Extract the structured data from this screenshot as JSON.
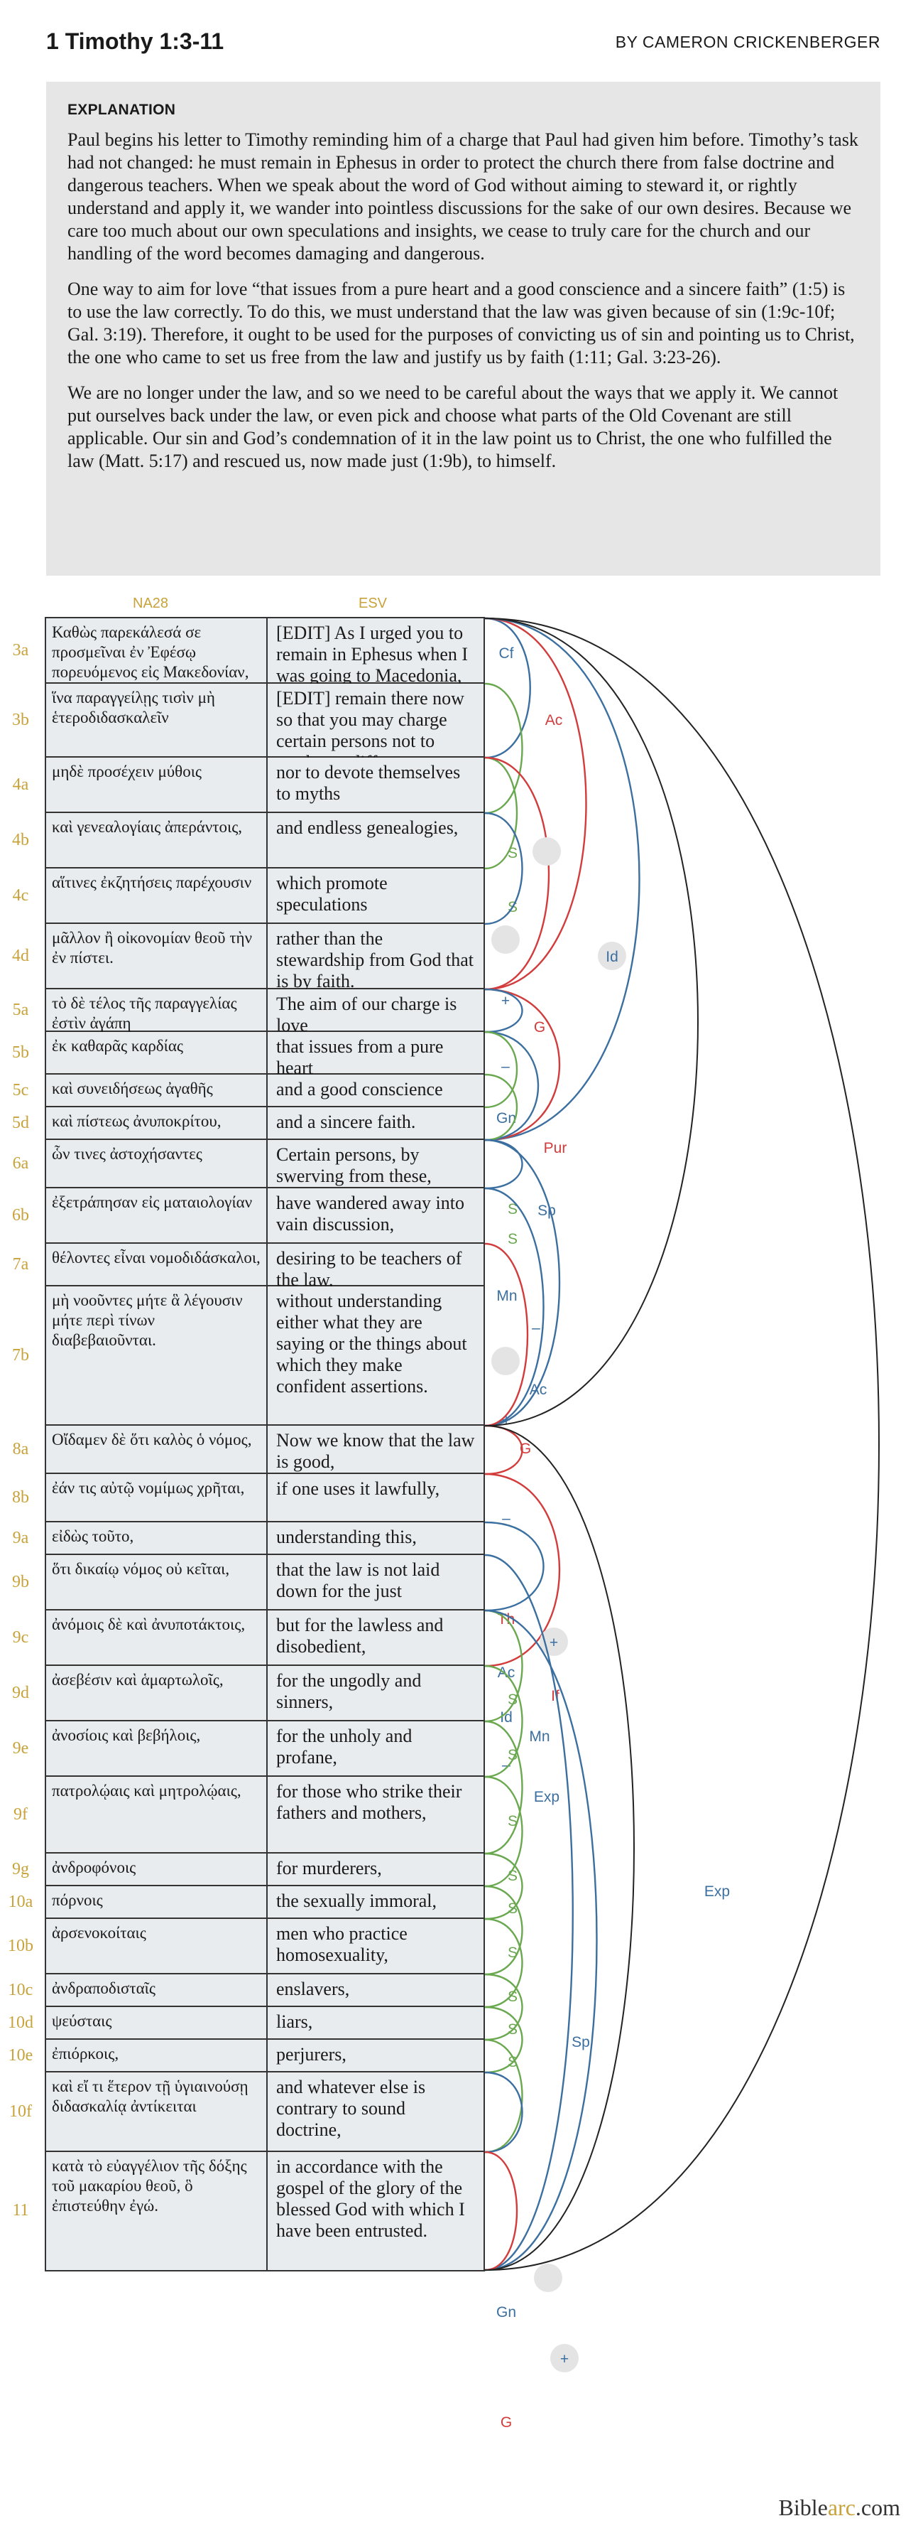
{
  "header": {
    "title": "1 Timothy 1:3-11",
    "author": "BY CAMERON CRICKENBERGER"
  },
  "explanation": {
    "heading": "EXPLANATION",
    "paragraphs": [
      "Paul begins his letter to Timothy reminding him of a charge that Paul had given him before. Timothy’s task had not changed: he must remain in Ephesus in order to protect the church there from false doctrine and dangerous teachers. When we speak about the word of God without aiming to steward it, or rightly understand and apply it, we wander into pointless discussions for the sake of our own desires. Because we care too much about our own speculations and insights, we cease to truly care for the church and our handling of the word becomes damaging and dangerous.",
      "One way to aim for love “that issues from a pure heart and a good conscience and a sincere faith” (1:5) is to use the law correctly. To do this, we must understand that the law was given because of sin (1:9c-10f; Gal. 3:19). Therefore, it ought to be used for the purposes of convicting us of sin and pointing us to Christ, the one who came to set us free from the law and justify us by faith (1:11; Gal. 3:23-26).",
      "We are no longer under the law, and so we need to be careful about the ways that we apply it. We cannot put ourselves back under the law, or even pick and choose what parts of the Old Covenant are still applicable. Our sin and God’s condemnation of it in the law point us to Christ, the one who fulfilled the law (Matt. 5:17) and rescued us, now made just (1:9b), to himself."
    ]
  },
  "columns": {
    "greek": "NA28",
    "english": "ESV"
  },
  "rows": [
    {
      "v": "3a",
      "gk": "Καθὼς παρεκάλεσά σε προσμεῖναι ἐν Ἐφέσῳ πορευόμενος εἰς Μακεδονίαν,",
      "en": "[EDIT] As I urged you to remain in Ephesus when I was going to Macedonia,"
    },
    {
      "v": "3b",
      "gk": "ἵνα παραγγείλῃς τισὶν μὴ ἑτεροδιδασκαλεῖν",
      "en": "[EDIT] remain there now so that you may charge certain persons not to teach any different doctrine,"
    },
    {
      "v": "4a",
      "gk": "μηδὲ προσέχειν μύθοις",
      "en": "nor to devote themselves to myths"
    },
    {
      "v": "4b",
      "gk": "καὶ γενεαλογίαις ἀπεράντοις,",
      "en": "and endless genealogies,"
    },
    {
      "v": "4c",
      "gk": "αἵτινες ἐκζητήσεις παρέχουσιν",
      "en": "which promote speculations"
    },
    {
      "v": "4d",
      "gk": "μᾶλλον ἢ οἰκονομίαν θεοῦ τὴν ἐν πίστει.",
      "en": "rather than the stewardship from God that is by faith."
    },
    {
      "v": "5a",
      "gk": "τὸ δὲ τέλος τῆς παραγγελίας ἐστὶν ἀγάπη",
      "en": "The aim of our charge is love"
    },
    {
      "v": "5b",
      "gk": "ἐκ καθαρᾶς καρδίας",
      "en": "that issues from a pure heart"
    },
    {
      "v": "5c",
      "gk": "καὶ συνειδήσεως ἀγαθῆς",
      "en": "and a good conscience"
    },
    {
      "v": "5d",
      "gk": "καὶ πίστεως ἀνυποκρίτου,",
      "en": "and a sincere faith."
    },
    {
      "v": "6a",
      "gk": "ὧν τινες ἀστοχήσαντες",
      "en": "Certain persons, by swerving from these,"
    },
    {
      "v": "6b",
      "gk": "ἐξετράπησαν εἰς ματαιολογίαν",
      "en": "have wandered away into vain discussion,"
    },
    {
      "v": "7a",
      "gk": "θέλοντες εἶναι νομοδιδάσκαλοι,",
      "en": "desiring to be teachers of the law,"
    },
    {
      "v": "7b",
      "gk": "μὴ νοοῦντες μήτε ἃ λέγουσιν μήτε περὶ τίνων διαβεβαιοῦνται.",
      "en": "without understanding either what they are saying or the things about which they make confident assertions."
    },
    {
      "v": "8a",
      "gk": "Οἴδαμεν δὲ ὅτι καλὸς ὁ νόμος,",
      "en": "Now we know that the law is good,"
    },
    {
      "v": "8b",
      "gk": "ἐάν τις αὐτῷ νομίμως χρῆται,",
      "en": "if one uses it lawfully,"
    },
    {
      "v": "9a",
      "gk": "εἰδὼς τοῦτο,",
      "en": "understanding this,"
    },
    {
      "v": "9b",
      "gk": "ὅτι δικαίῳ νόμος οὐ κεῖται,",
      "en": "that the law is not laid down for the just"
    },
    {
      "v": "9c",
      "gk": "ἀνόμοις δὲ καὶ ἀνυποτάκτοις,",
      "en": "but for the lawless and disobedient,"
    },
    {
      "v": "9d",
      "gk": "ἀσεβέσιν καὶ ἁμαρτωλοῖς,",
      "en": "for the ungodly and sinners,"
    },
    {
      "v": "9e",
      "gk": "ἀνοσίοις καὶ βεβήλοις,",
      "en": "for the unholy and profane,"
    },
    {
      "v": "9f",
      "gk": "πατρολῴαις καὶ μητρολῴαις,",
      "en": "for those who strike their fathers and mothers,"
    },
    {
      "v": "9g",
      "gk": "ἀνδροφόνοις",
      "en": "for murderers,"
    },
    {
      "v": "10a",
      "gk": "πόρνοις",
      "en": "the sexually immoral,"
    },
    {
      "v": "10b",
      "gk": "ἀρσενοκοίταις",
      "en": "men who practice homosexuality,"
    },
    {
      "v": "10c",
      "gk": "ἀνδραποδισταῖς",
      "en": "enslavers,"
    },
    {
      "v": "10d",
      "gk": "ψεύσταις",
      "en": "liars,"
    },
    {
      "v": "10e",
      "gk": "ἐπιόρκοις,",
      "en": "perjurers,"
    },
    {
      "v": "10f",
      "gk": "καὶ εἴ τι ἕτερον τῇ ὑγιαινούσῃ διδασκαλίᾳ ἀντίκειται",
      "en": "and whatever else is contrary to sound doctrine,"
    },
    {
      "v": "11",
      "gk": "κατὰ τὸ εὐαγγέλιον τῆς δόξης τοῦ μακαρίου θεοῦ, ὃ ἐπιστεύθην ἐγώ.",
      "en": "in accordance with the gospel of the glory of the blessed God with which I have been entrusted."
    }
  ],
  "arc_labels": {
    "cf": "Cf",
    "ac1": "Ac",
    "id1": "Id",
    "s1": "S",
    "s2": "S",
    "plus1": "+",
    "g1": "G",
    "minus1": "–",
    "gn1": "Gn",
    "pur": "Pur",
    "s3": "S",
    "sp1": "Sp",
    "s4": "S",
    "mn1": "Mn",
    "minus2": "–",
    "ac2": "Ac",
    "plus2": "+",
    "g2": "G",
    "minus3": "–",
    "th": "Th",
    "plus3": "+",
    "ac3": "Ac",
    "if": "If",
    "id2": "Id",
    "mn2": "Mn",
    "minus4": "–",
    "exp1": "Exp",
    "s5": "S",
    "s6": "S",
    "s7": "S",
    "s8": "S",
    "s9": "S",
    "s10": "S",
    "s11": "S",
    "s12": "S",
    "s13": "S",
    "sp2": "Sp",
    "gn2": "Gn",
    "plus4": "+",
    "g3": "G",
    "exp2": "Exp"
  },
  "colors": {
    "blue": "#3b6fa0",
    "green": "#6aa84f",
    "red": "#d23c3c",
    "black": "#222222",
    "gold": "#c8a23a"
  },
  "logo": {
    "part1": "Bible",
    "part2": "arc",
    "part3": ".com"
  }
}
